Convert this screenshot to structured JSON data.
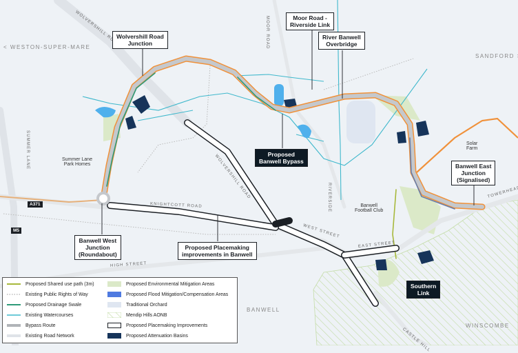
{
  "places": {
    "weston": "< WESTON-SUPER-MARE",
    "sandford": "SANDFORD >",
    "banwell": "BANWELL",
    "winscombe": "WINSCOMBE"
  },
  "local_labels": {
    "summer_lane_park_homes": "Summer Lane\nPark Homes",
    "solar_farm": "Solar\nFarm",
    "banwell_football_club": "Banwell\nFootball Club"
  },
  "roads": {
    "wolvershill_north": "WOLVERSHILL ROAD",
    "wolvershill_south": "WOLVERSHILL ROAD",
    "moor_road": "MOOR ROAD",
    "summer_lane": "SUMMER LANE",
    "knightcott": "KNIGHTCOTT ROAD",
    "high_street": "HIGH STREET",
    "west_street": "WEST STREET",
    "east_street": "EAST STREET",
    "riverside": "RIVERSIDE",
    "towerhead": "TOWERHEAD",
    "castle_hill": "CASTLE HILL",
    "a371": "A371",
    "m5": "M5"
  },
  "callouts": {
    "wolvershill_junction": "Wolvershill Road\nJunction",
    "moor_road_link": "Moor Road -\nRiverside Link",
    "river_overbridge": "River Banwell\nOverbridge",
    "proposed_bypass": "Proposed\nBanwell Bypass",
    "east_junction": "Banwell East\nJunction\n(Signalised)",
    "west_junction": "Banwell West\nJunction\n(Roundabout)",
    "placemaking": "Proposed Placemaking\nimprovements in Banwell",
    "southern_link": "Southern\nLink"
  },
  "legend": {
    "col1": [
      {
        "label": "Proposed Shared use path (3m)",
        "icon": "olive-line"
      },
      {
        "label": "Existing Public Rights of Way",
        "icon": "dotted-line"
      },
      {
        "label": "Proposed Drainage Swale",
        "icon": "green-line"
      },
      {
        "label": "Existing Watercourses",
        "icon": "cyan-line"
      },
      {
        "label": "Bypass Route",
        "icon": "grey-line"
      },
      {
        "label": "Existing Road Network",
        "icon": "light-grey-line"
      }
    ],
    "col2": [
      {
        "label": "Proposed Environmental Mitigation Areas",
        "icon": "green-area"
      },
      {
        "label": "Proposed Flood Mitigation/Compensation Areas",
        "icon": "blue-area"
      },
      {
        "label": "Traditional Orchard",
        "icon": "pale-blue-area"
      },
      {
        "label": "Mendip Hills AONB",
        "icon": "hatch-area"
      },
      {
        "label": "Proposed Placemaking Improvements",
        "icon": "outline-box"
      },
      {
        "label": "Proposed Attenuation Basins",
        "icon": "navy-area"
      }
    ]
  },
  "colors": {
    "background": "#eef2f6",
    "orange_route": "#f0913a",
    "bypass": "#c5c8cc",
    "swale": "#2e9a78",
    "watercourse": "#3fb8cc",
    "flood_area": "#4fb0ec",
    "attenuation": "#16345a",
    "env_area": "#dbe9c8",
    "aonb_hatch": "#c4dca8",
    "shared_path": "#a7b83a"
  }
}
